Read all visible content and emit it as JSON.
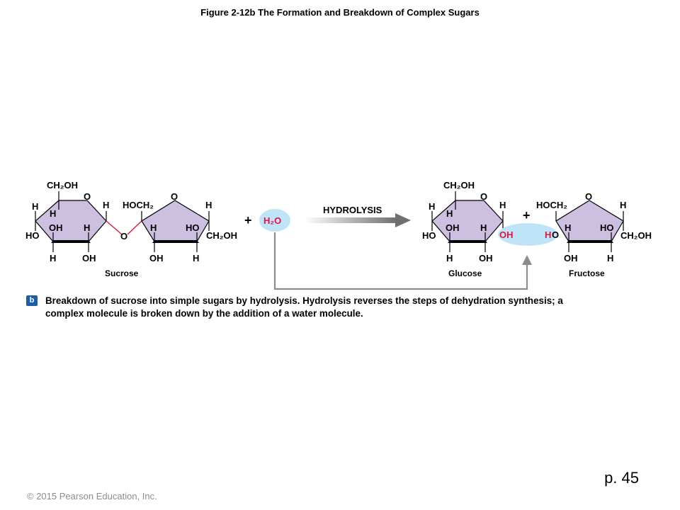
{
  "title": "Figure 2-12b The Formation and Breakdown of Complex Sugars",
  "labels": {
    "ch2oh": "CH₂OH",
    "hoch2": "HOCH₂",
    "o": "O",
    "h": "H",
    "ho": "HO",
    "oh": "OH",
    "h2o": "H₂O",
    "plus": "+",
    "hydrolysis": "HYDROLYSIS"
  },
  "molecules": {
    "sucrose": "Sucrose",
    "glucose": "Glucose",
    "fructose": "Fructose"
  },
  "caption": {
    "badge": "b",
    "text": "Breakdown of sucrose into simple sugars by hydrolysis. Hydrolysis reverses the steps of dehydration synthesis; a complex molecule is broken down by the addition of a water molecule."
  },
  "page_number": "p. 45",
  "copyright": "© 2015 Pearson Education, Inc.",
  "colors": {
    "ring_fill": "#cdbfe0",
    "bond_red": "#e0143c",
    "water_blob": "#bfe4f7",
    "arrow_gray": "#8c8c8c",
    "badge_blue": "#1a5ea8"
  }
}
